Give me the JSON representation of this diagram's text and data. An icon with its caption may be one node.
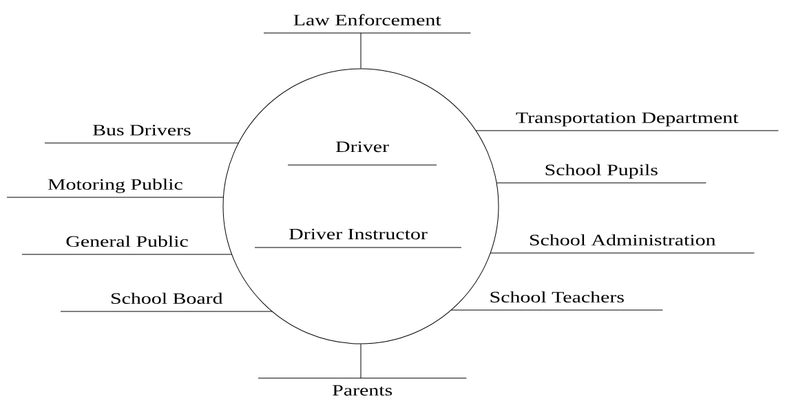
{
  "diagram": {
    "nodes": [
      {
        "text": [
          "Driver",
          "Driver Instructor"
        ]
      },
      {
        "text": [
          "Law Enforcement"
        ]
      },
      {
        "text": [
          "Bus Drivers"
        ]
      },
      {
        "text": [
          "Motoring Public"
        ]
      },
      {
        "text": [
          "General Public"
        ]
      },
      {
        "text": [
          "School Board"
        ]
      },
      {
        "text": [
          "Transportation Department"
        ]
      },
      {
        "text": [
          "School Pupils"
        ]
      },
      {
        "text": [
          "School Administration"
        ]
      },
      {
        "text": [
          "School Teachers"
        ]
      },
      {
        "text": [
          "Parents"
        ]
      }
    ],
    "edges": [
      {
        "from": 1,
        "to": 0,
        "arrow": "none"
      },
      {
        "from": 2,
        "to": 0,
        "arrow": "none"
      },
      {
        "from": 3,
        "to": 0,
        "arrow": "none"
      },
      {
        "from": 4,
        "to": 0,
        "arrow": "none"
      },
      {
        "from": 5,
        "to": 0,
        "arrow": "none"
      },
      {
        "from": 6,
        "to": 0,
        "arrow": "none"
      },
      {
        "from": 7,
        "to": 0,
        "arrow": "none"
      },
      {
        "from": 8,
        "to": 0,
        "arrow": "none"
      },
      {
        "from": 9,
        "to": 0,
        "arrow": "none"
      },
      {
        "from": 10,
        "to": 0,
        "arrow": "none"
      }
    ]
  }
}
